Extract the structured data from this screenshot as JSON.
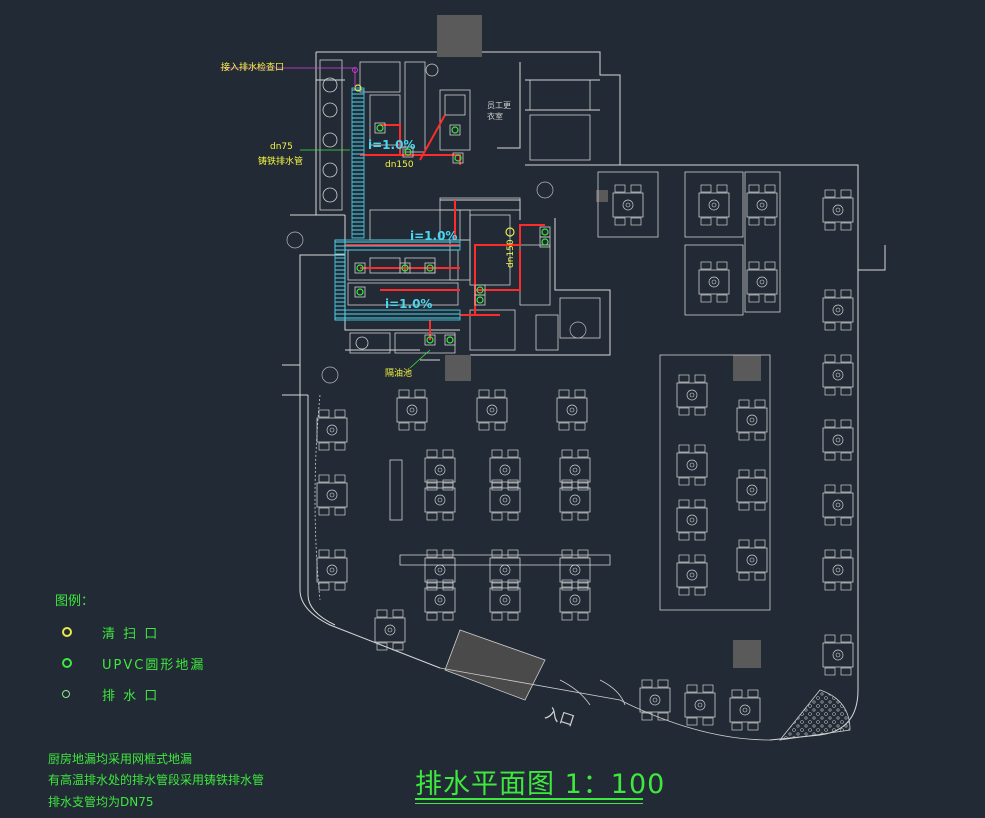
{
  "drawing": {
    "title": "排水平面图 1：100",
    "legend": {
      "heading": "图例：",
      "items": [
        {
          "label": "清 扫 口",
          "symbol": "cleanout-icon",
          "color": "#e8e84a"
        },
        {
          "label": "UPVC圆形地漏",
          "symbol": "floor-drain-icon",
          "color": "#3ee83e"
        },
        {
          "label": "排 水 口",
          "symbol": "drain-outlet-icon",
          "color": "#8fe88f"
        }
      ]
    },
    "notes": [
      "厨房地漏均采用网框式地漏",
      "有高温排水处的排水管段采用铸铁排水管",
      "排水支管均为DN75"
    ],
    "annotations": {
      "connect_inspection_well": "接入排水检查口",
      "dn75_label": "dn75",
      "cast_iron_pipe": "铸铁排水管",
      "dn150_a": "dn150",
      "dn150_b": "dn150",
      "grease_trap": "隔油池",
      "staff_room": "员工更衣室",
      "entrance": "入口"
    },
    "slopes": {
      "s1": "i=1.0%",
      "s2": "i=1.0%",
      "s3": "i=1.0%"
    },
    "colors": {
      "background": "#222a35",
      "walls": "#d8d8d8",
      "drain_pipe": "#ff2a2a",
      "cast_iron": "#4ad8f0",
      "text": "#3ee83e",
      "annotation": "#f5f542",
      "leader": "#e040e0"
    }
  }
}
